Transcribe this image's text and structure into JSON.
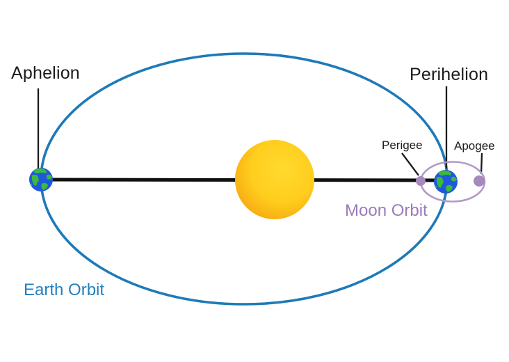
{
  "diagram": {
    "type": "orbital-diagram",
    "labels": {
      "aphelion": "Aphelion",
      "perihelion": "Perihelion",
      "perigee": "Perigee",
      "apogee": "Apogee",
      "earth_orbit": "Earth Orbit",
      "moon_orbit": "Moon Orbit"
    }
  },
  "colors": {
    "earth_orbit_stroke": "#1E7AB8",
    "earth_orbit_label": "#2380BE",
    "moon_orbit_stroke": "#B299CA",
    "moon_dot": "#A78ABD",
    "moon_orbit_label": "#9C7BB9",
    "axis_line": "#101010",
    "pointer_line": "#1A1A1A",
    "label_dark": "#1B1B1B",
    "sun_core": "#FFDA2E",
    "sun_mid": "#FFCD1D",
    "sun_edge": "#F49D0E",
    "earth_sea": "#2058DC",
    "earth_land": "#3CBA3C"
  }
}
